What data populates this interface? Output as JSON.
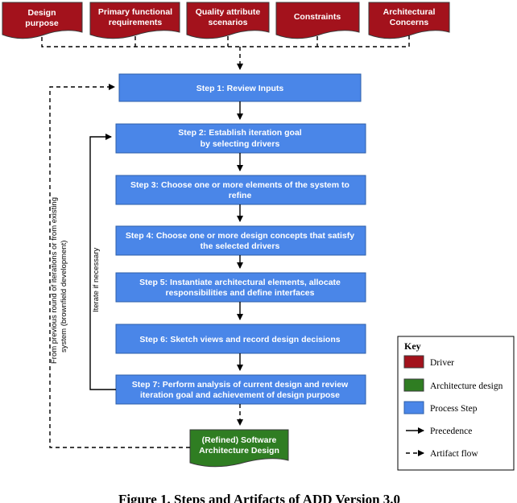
{
  "drivers": [
    {
      "line1": "Design",
      "line2": "purpose"
    },
    {
      "line1": "Primary functional",
      "line2": "requirements"
    },
    {
      "line1": "Quality attribute",
      "line2": "scenarios"
    },
    {
      "line1": "Constraints",
      "line2": ""
    },
    {
      "line1": "Architectural",
      "line2": "Concerns"
    }
  ],
  "steps": [
    {
      "line1": "Step 1: Review Inputs",
      "line2": ""
    },
    {
      "line1": "Step 2: Establish iteration goal",
      "line2": "by selecting drivers"
    },
    {
      "line1": "Step 3: Choose one or more elements of the system to",
      "line2": "refine"
    },
    {
      "line1": "Step 4: Choose one or more design concepts that satisfy",
      "line2": "the selected drivers"
    },
    {
      "line1": "Step 5: Instantiate architectural elements, allocate",
      "line2": "responsibilities and define interfaces"
    },
    {
      "line1": "Step 6: Sketch views and record design decisions",
      "line2": ""
    },
    {
      "line1": "Step 7: Perform analysis of current design and review",
      "line2": "iteration goal and achievement of design purpose"
    }
  ],
  "output": {
    "line1": "(Refined) Software",
    "line2": "Architecture Design"
  },
  "iterate_label": "Iterate if necessary",
  "previous_round_label": {
    "line1": "From previous round of iterations or from existing",
    "line2": "system (brownfield development)"
  },
  "key": {
    "title": "Key",
    "driver": "Driver",
    "architecture_design": "Architecture design",
    "process_step": "Process Step",
    "precedence": "Precedence",
    "artifact_flow": "Artifact flow"
  },
  "caption": "Figure 1. Steps and Artifacts of ADD Version 3.0",
  "colors": {
    "driver": "#a3121c",
    "architecture_design": "#2f7d22",
    "process_step": "#4a86e8"
  }
}
